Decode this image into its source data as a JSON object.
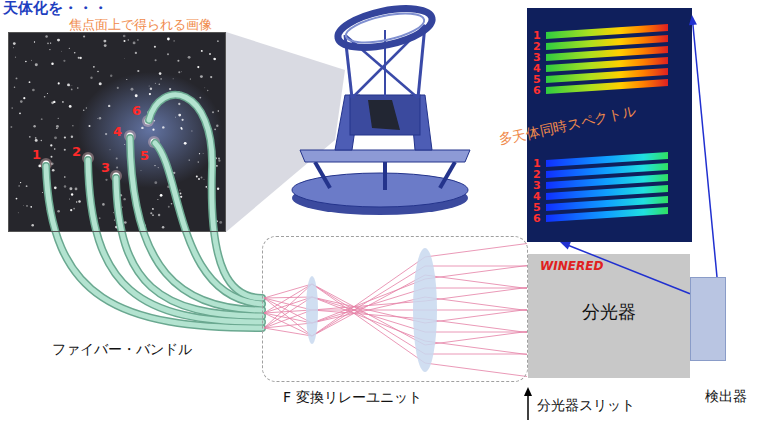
{
  "diagram": {
    "title": "天体化を・・・",
    "nodes": [
      {
        "text": [
          "焦点面上で得られる画像"
        ]
      },
      {
        "text": [
          "多天体同時スペクトル"
        ]
      },
      {
        "text": [
          "F 変換リレーユニット"
        ]
      },
      {
        "text": [
          "WINERED",
          "分光器"
        ]
      },
      {
        "text": [
          "検出器"
        ]
      }
    ],
    "edges": [
      {
        "from": 4,
        "to": 1,
        "arrow": "to"
      },
      {
        "from": 4,
        "to": 1,
        "arrow": "to"
      }
    ],
    "labels": [
      "1",
      "2",
      "3",
      "4",
      "5",
      "6",
      "1",
      "2",
      "3",
      "4",
      "5",
      "6",
      "1",
      "2",
      "3",
      "4",
      "5",
      "6",
      "ファイバー・バンドル",
      "分光器スリット"
    ]
  }
}
